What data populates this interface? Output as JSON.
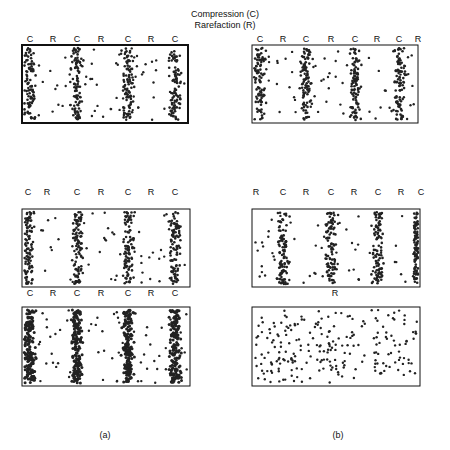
{
  "diagram": {
    "labels": [
      "Compression (C)",
      "Rarefaction (R)",
      "C",
      "R",
      "C",
      "R",
      "C",
      "R",
      "C",
      "C",
      "R",
      "C",
      "R",
      "C",
      "R",
      "C",
      "C",
      "R",
      "C",
      "R",
      "C",
      "R",
      "C",
      "C",
      "R",
      "C",
      "R",
      "C",
      "R",
      "C",
      "R",
      "R",
      "C",
      "R",
      "C",
      "R",
      "C",
      "R",
      "C",
      "R",
      "(a)",
      "(b)"
    ]
  }
}
